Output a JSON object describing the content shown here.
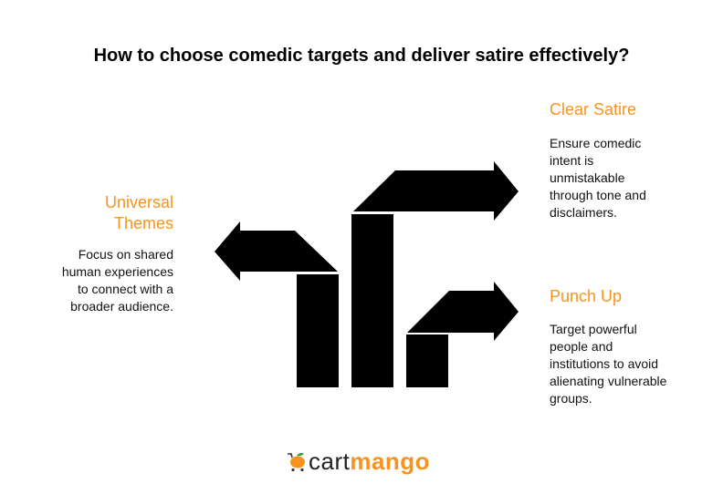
{
  "title": "How to choose comedic targets and deliver satire effectively?",
  "items": [
    {
      "heading": "Universal Themes",
      "heading_lines": [
        "Universal",
        "Themes"
      ],
      "description": "Focus on shared human experiences to connect with a broader audience.",
      "desc_lines": [
        "Focus on shared",
        "human experiences",
        "to connect with a",
        "broader audience."
      ]
    },
    {
      "heading": "Clear Satire",
      "description": "Ensure comedic intent is unmistakable through tone and disclaimers.",
      "desc_lines": [
        "Ensure comedic",
        "intent is",
        "unmistakable",
        "through tone and",
        "disclaimers."
      ]
    },
    {
      "heading": "Punch Up",
      "description": "Target powerful people and institutions to avoid alienating vulnerable groups.",
      "desc_lines": [
        "Target powerful",
        "people and",
        "institutions to avoid",
        "alienating vulnerable",
        "groups."
      ]
    }
  ],
  "logo": {
    "part1": "cart",
    "part2": "mango"
  },
  "colors": {
    "accent": "#f7931e",
    "shapes": "#000000"
  }
}
